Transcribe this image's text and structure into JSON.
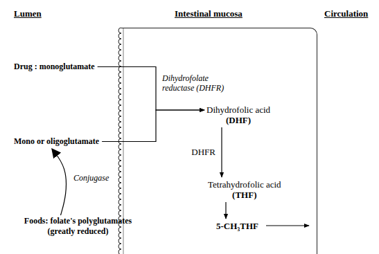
{
  "diagram": {
    "nodes": [
      {
        "text": [
          "Intestinal mucosa"
        ]
      },
      {
        "text": [
          "Drug : monoglutamate"
        ]
      },
      {
        "text": [
          "Mono or oligoglutamate"
        ]
      },
      {
        "text": [
          "Foods: folate's polyglutamates (greatly reduced)"
        ]
      },
      {
        "text": [
          "Dihydrofolic acid",
          "(DHF)"
        ],
        "in": 0
      },
      {
        "text": [
          "Tetrahydrofolic acid",
          "(THF)"
        ],
        "in": 0
      },
      {
        "text": [
          "5-CH₃THF"
        ],
        "in": 0
      }
    ],
    "edges": [
      {
        "from": 1,
        "to": 4,
        "arrow": "to",
        "label": "Dihydrofolate reductase (DHFR)"
      },
      {
        "from": 2,
        "to": 4,
        "arrow": "to"
      },
      {
        "from": 3,
        "to": 2,
        "arrow": "to",
        "label": "Conjugase"
      },
      {
        "from": 4,
        "to": 5,
        "arrow": "to",
        "label": "DHFR"
      },
      {
        "from": 5,
        "to": 6,
        "arrow": "to"
      }
    ],
    "labels": [
      "Lumen",
      "Circulation"
    ]
  }
}
